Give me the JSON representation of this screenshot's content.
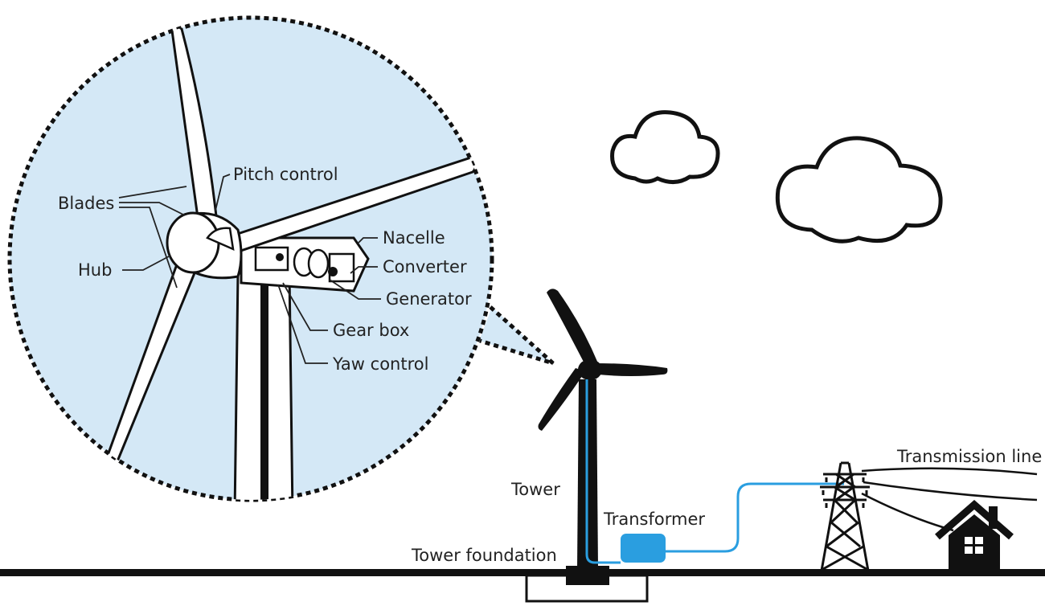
{
  "labels": {
    "blades": "Blades",
    "hub": "Hub",
    "pitch_control": "Pitch control",
    "nacelle": "Nacelle",
    "converter": "Converter",
    "generator": "Generator",
    "gear_box": "Gear box",
    "yaw_control": "Yaw control",
    "tower": "Tower",
    "tower_foundation": "Tower foundation",
    "transformer": "Transformer",
    "transmission_line": "Transmission line"
  },
  "colors": {
    "bubble_fill": "#d4e8f6",
    "cable": "#2a9ee0",
    "transformer": "#2a9ee0",
    "ink": "#111111"
  },
  "icons": [
    "cloud-icon",
    "cloud-icon",
    "wind-turbine-icon",
    "transmission-tower-icon",
    "house-icon"
  ]
}
